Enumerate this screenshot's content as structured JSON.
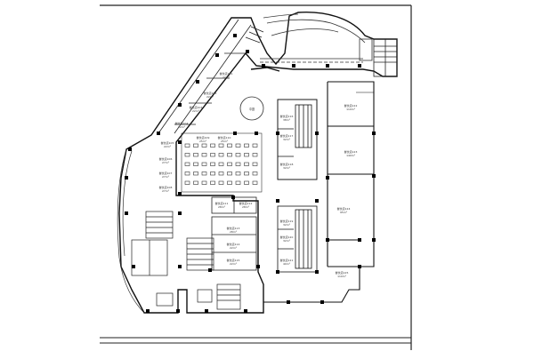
{
  "drawing": {
    "units": [
      {
        "id": "u1",
        "label": "餐饮店101",
        "area": "22m²"
      },
      {
        "id": "u2",
        "label": "餐饮店102",
        "area": "22m²"
      },
      {
        "id": "u3",
        "label": "餐饮店103",
        "area": "22m²"
      },
      {
        "id": "u4",
        "label": "餐饮店104",
        "area": "22m²"
      },
      {
        "id": "u5",
        "label": "餐饮店105",
        "area": "22m²"
      },
      {
        "id": "u6",
        "label": "餐饮店106",
        "area": "27m²"
      },
      {
        "id": "u7",
        "label": "餐饮店107",
        "area": "27m²"
      },
      {
        "id": "u8",
        "label": "餐饮店108",
        "area": "27m²"
      },
      {
        "id": "u9",
        "label": "餐饮店109",
        "area": "25m²"
      },
      {
        "id": "u10",
        "label": "餐饮店110",
        "area": "25m²"
      },
      {
        "id": "u11",
        "label": "餐饮店111",
        "area": "28m²"
      },
      {
        "id": "u12",
        "label": "餐饮店112",
        "area": "28m²"
      },
      {
        "id": "u13",
        "label": "餐饮店113",
        "area": "28m²"
      },
      {
        "id": "u14",
        "label": "餐饮店114",
        "area": "22m²"
      },
      {
        "id": "u15",
        "label": "餐饮店115",
        "area": "22m²"
      },
      {
        "id": "u16",
        "label": "餐饮店116",
        "area": "38m²"
      },
      {
        "id": "u17",
        "label": "餐饮店117",
        "area": "32m²"
      },
      {
        "id": "u18",
        "label": "餐饮店118",
        "area": "32m²"
      },
      {
        "id": "u19",
        "label": "餐饮店119",
        "area": "32m²"
      },
      {
        "id": "u20",
        "label": "餐饮店120",
        "area": "32m²"
      },
      {
        "id": "u21",
        "label": "餐饮店121",
        "area": "40m²"
      },
      {
        "id": "u22",
        "label": "餐饮店122",
        "area": "110m²"
      },
      {
        "id": "u23",
        "label": "餐饮店123",
        "area": "140m²"
      },
      {
        "id": "u24",
        "label": "餐饮店124",
        "area": "95m²"
      },
      {
        "id": "u25",
        "label": "餐饮店125",
        "area": "110m²"
      }
    ],
    "center_label": "中庭"
  }
}
